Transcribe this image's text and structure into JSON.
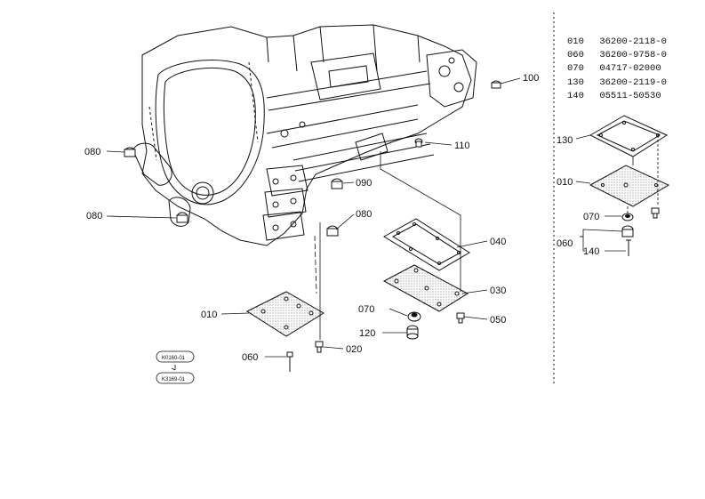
{
  "callouts": {
    "c100": "100",
    "c110": "110",
    "c080a": "080",
    "c090": "090",
    "c080b": "080",
    "c080c": "080",
    "c040": "040",
    "c030": "030",
    "c010": "010",
    "c070": "070",
    "c050": "050",
    "c120": "120",
    "c060": "060",
    "c020": "020",
    "r130": "130",
    "r010": "010",
    "r070": "070",
    "r060": "060",
    "r140": "140"
  },
  "stamps": {
    "top": "K0160-01",
    "bottom": "K3169-01"
  },
  "parts_list": [
    {
      "no": "010",
      "part": "36200-2118-0"
    },
    {
      "no": "060",
      "part": "36200-9758-0"
    },
    {
      "no": "070",
      "part": "04717-02000"
    },
    {
      "no": "130",
      "part": "36200-2119-0"
    },
    {
      "no": "140",
      "part": "05511-50530"
    }
  ]
}
